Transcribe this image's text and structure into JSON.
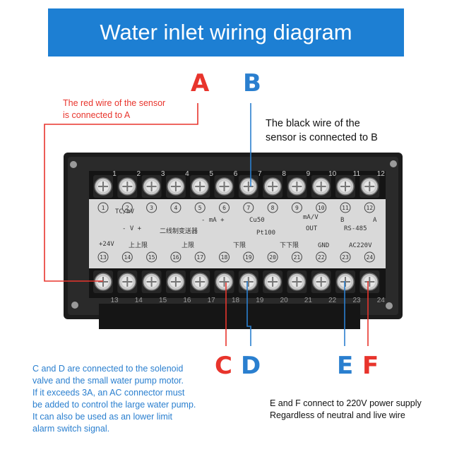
{
  "title": "Water inlet wiring diagram",
  "letters": {
    "a": "A",
    "b": "B",
    "c": "C",
    "d": "D",
    "e": "E",
    "f": "F"
  },
  "notes": {
    "a_line1": "The red wire of the sensor",
    "a_line2": "is connected to A",
    "b_line1": "The black wire of the",
    "b_line2": "sensor is connected to B",
    "cd_lines": [
      "C and D are connected to the solenoid",
      "valve and the small water pump motor.",
      "If it exceeds 3A, an AC connector must",
      "be added to control the large water pump.",
      "It can also be used as an lower limit",
      "alarm switch signal."
    ],
    "ef_line1": "E and F connect to 220V power supply",
    "ef_line2": "Regardless of neutral and live wire"
  },
  "panel": {
    "top_numbers": [
      "1",
      "2",
      "3",
      "4",
      "5",
      "6",
      "7",
      "8",
      "9",
      "10",
      "11",
      "12"
    ],
    "bottom_numbers": [
      "13",
      "14",
      "15",
      "16",
      "17",
      "18",
      "19",
      "20",
      "21",
      "22",
      "23",
      "24"
    ],
    "row1_circles": [
      "1",
      "2",
      "3",
      "4",
      "5",
      "6",
      "7",
      "8",
      "9",
      "10",
      "11",
      "12"
    ],
    "row2_circles": [
      "13",
      "14",
      "15",
      "16",
      "17",
      "18",
      "19",
      "20",
      "21",
      "22",
      "23",
      "24"
    ],
    "label_tc": "TC/mV",
    "label_v": "- V +",
    "label_ma": "- mA +",
    "label_cu": "Cu50",
    "label_pt": "Pt100",
    "label_mav": "mA/V",
    "label_out": "OUT",
    "label_rs": "RS-485",
    "label_b": "B",
    "label_a": "A",
    "label_cn": "二线制变送器",
    "label_24v": "+24V",
    "label_upup": "上上限",
    "label_up": "上限",
    "label_down": "下限",
    "label_downdown": "下下限",
    "label_gnd": "GND",
    "label_ac": "AC220V"
  },
  "colors": {
    "banner": "#1d7fd3",
    "red": "#e8342c",
    "blue": "#2a7fcf",
    "device": "#1c1c1c",
    "plate": "#d9d9d9"
  }
}
